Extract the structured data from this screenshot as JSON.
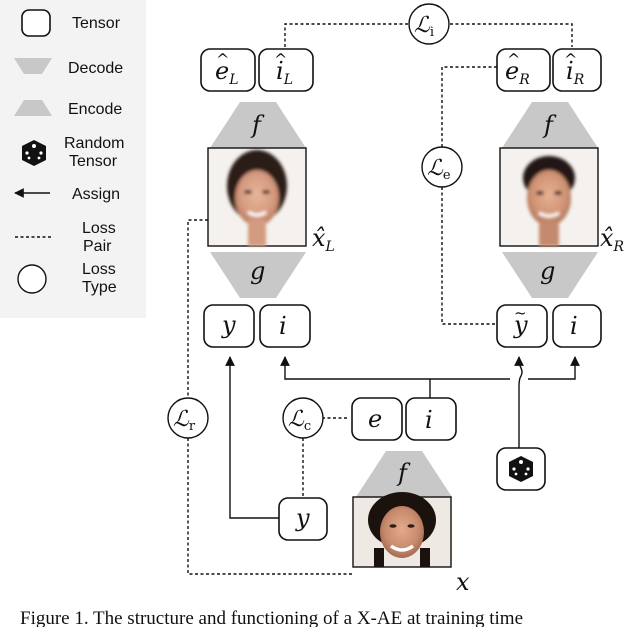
{
  "legend": {
    "tensor": "Tensor",
    "decode": "Decode",
    "encode": "Encode",
    "random_tensor_1": "Random",
    "random_tensor_2": "Tensor",
    "assign": "Assign",
    "loss_pair_1": "Loss",
    "loss_pair_2": "Pair",
    "loss_type_1": "Loss",
    "loss_type_2": "Type"
  },
  "symbols": {
    "f": "f",
    "g": "g",
    "e": "e",
    "i": "i",
    "y": "y",
    "L": "ℒ",
    "x": "x",
    "hat_x": "x̂"
  },
  "subscripts": {
    "L": "L",
    "R": "R",
    "i": "i",
    "e": "e",
    "r": "r",
    "c": "c"
  },
  "caption": "Figure 1. The structure and functioning of a X-AE at training time"
}
